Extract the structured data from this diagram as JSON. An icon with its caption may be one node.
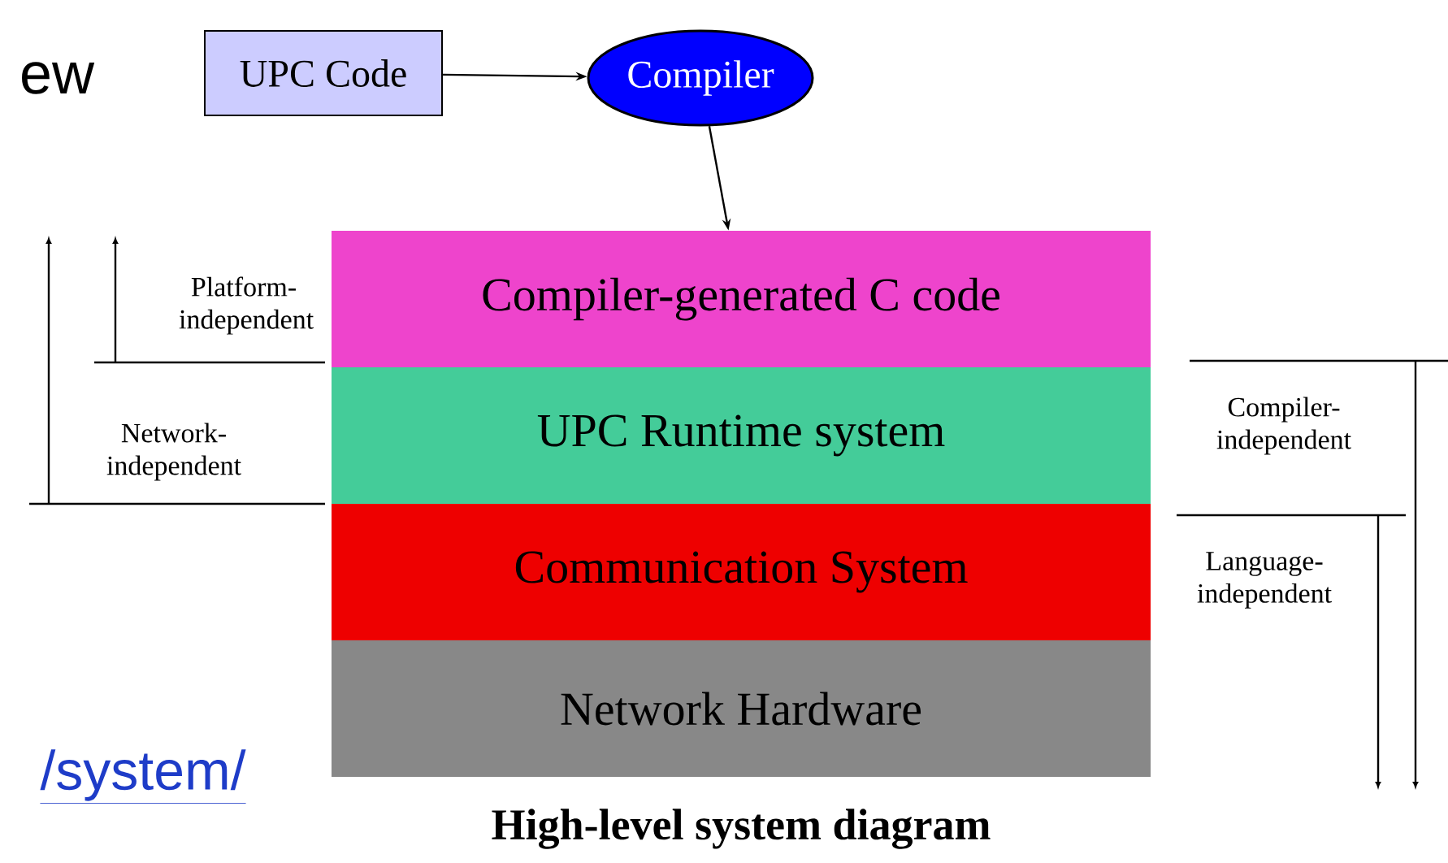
{
  "diagram": {
    "caption": "High-level system diagram",
    "nodes": [
      {
        "text": [
          "UPC Code"
        ]
      },
      {
        "text": [
          "Compiler"
        ]
      },
      {
        "text": [
          "Compiler-generated C code"
        ]
      },
      {
        "text": [
          "UPC Runtime system"
        ]
      },
      {
        "text": [
          "Communication System"
        ]
      },
      {
        "text": [
          "Network Hardware"
        ]
      }
    ],
    "edges": [
      {
        "from": 0,
        "to": 1,
        "arrow": "to"
      },
      {
        "from": 1,
        "to": 2,
        "arrow": "to"
      }
    ],
    "labels": [
      "ew",
      "Platform-independent",
      "Compiler-independent",
      "Network-independent",
      "Language-independent",
      "/system/"
    ]
  }
}
